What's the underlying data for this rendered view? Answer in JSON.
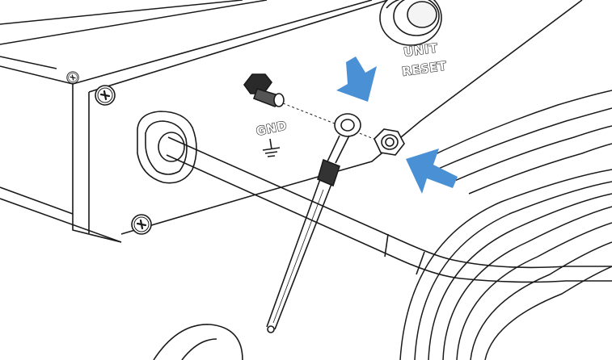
{
  "labels": {
    "unit": "UNIT",
    "reset": "RESET",
    "gnd": "GND"
  },
  "colors": {
    "arrow": "#4a90d4",
    "line": "#1a1a1a",
    "background": "#ffffff"
  },
  "icons": {
    "ground": "ground-symbol-icon",
    "screw": "phillips-screw-icon",
    "arrow": "down-arrow-icon"
  }
}
